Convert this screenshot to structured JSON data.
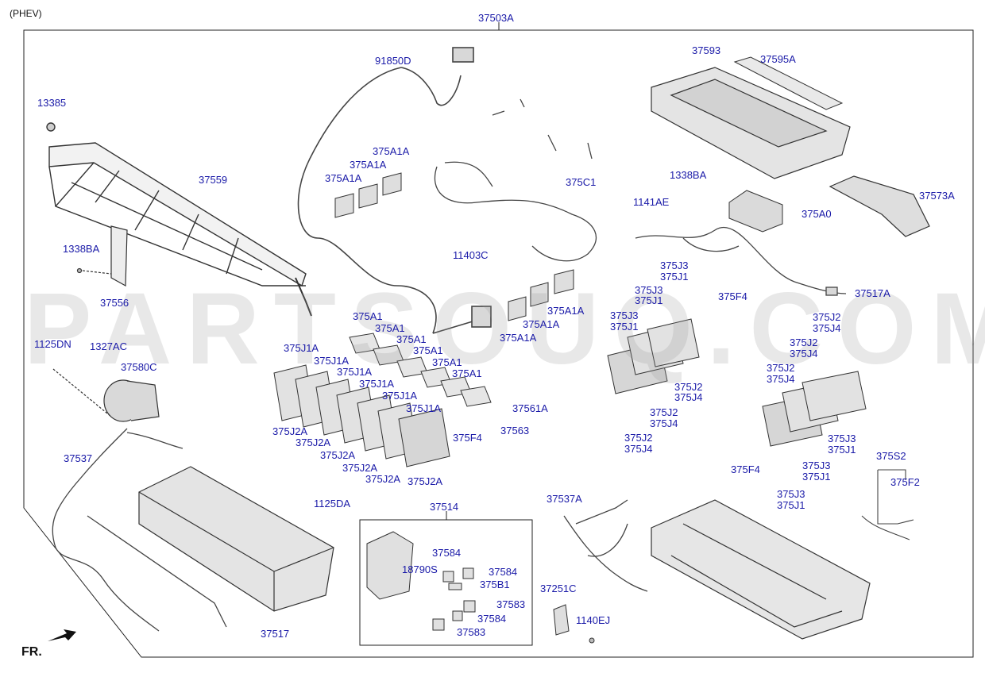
{
  "header": {
    "variant": "(PHEV)"
  },
  "frame_label": "37503A",
  "watermark": "PARTSOUQ.COM",
  "front_marker": "FR.",
  "colors": {
    "label": "#1a1aa8",
    "line": "#222222",
    "part": "#dcdcdc"
  },
  "labels": [
    "91850D",
    "37593",
    "37595A",
    "13385",
    "37559",
    "375A1A",
    "375A1A",
    "375A1A",
    "375C1",
    "1338BA",
    "37573A",
    "1141AE",
    "375A0",
    "1338BA",
    "37556",
    "11403C",
    "375J3",
    "375J1",
    "375J3",
    "375J1",
    "375J3",
    "375J1",
    "37517A",
    "375F4",
    "375A1A",
    "375A1A",
    "375A1A",
    "375A1",
    "375A1",
    "375A1",
    "375A1",
    "375A1",
    "375A1",
    "375J1A",
    "375J1A",
    "375J1A",
    "375J1A",
    "375J1A",
    "375J1A",
    "1125DN",
    "1327AC",
    "37580C",
    "375J2A",
    "375J2A",
    "375J2A",
    "375J2A",
    "375J2A",
    "375J2A",
    "37561A",
    "375F4",
    "37563",
    "375J2",
    "375J4",
    "375J2",
    "375J4",
    "375J2",
    "375J4",
    "375J2",
    "375J4",
    "375J2",
    "375J4",
    "375J2",
    "375J4",
    "375J3",
    "375J1",
    "375J3",
    "375J1",
    "375J3",
    "375J1",
    "375F4",
    "375S2",
    "375F2",
    "37537",
    "1125DA",
    "37514",
    "37537A",
    "37584",
    "18790S",
    "37584",
    "375B1",
    "37583",
    "37584",
    "37583",
    "37251C",
    "1140EJ",
    "37517"
  ]
}
